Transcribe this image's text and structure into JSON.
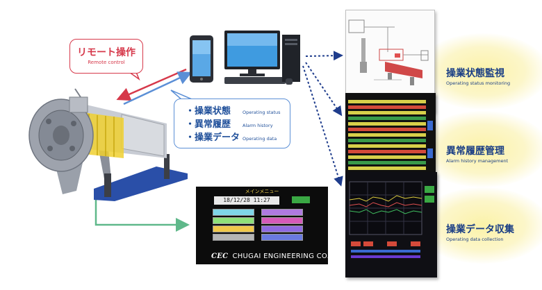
{
  "remote_control": {
    "label_jp": "リモート操作",
    "label_en": "Remote control"
  },
  "data_list": [
    {
      "jp": "操業状態",
      "en": "Operating status"
    },
    {
      "jp": "異常履歴",
      "en": "Alarm history"
    },
    {
      "jp": "操業データ",
      "en": "Operating data"
    }
  ],
  "features": [
    {
      "jp": "操業状態監視",
      "en": "Operating status monitoring"
    },
    {
      "jp": "異常履歴管理",
      "en": "Alarm history management"
    },
    {
      "jp": "操業データ収集",
      "en": "Operating data collection"
    }
  ],
  "main_menu": {
    "title": "メインメニュー",
    "datetime": "18/12/28 11:27",
    "brand_logo": "CEC",
    "company": "CHUGAI ENGINEERING CO., LTD."
  },
  "colors": {
    "remote_arrow": "#d6384a",
    "data_arrow": "#5b8fd6",
    "menu_arrow": "#5fb88a",
    "dotted_arrow": "#1e3c8c",
    "feature_text": "#1a3e85"
  },
  "icons": [
    "smartphone-icon",
    "desktop-pc-icon",
    "industrial-kiln-machine"
  ]
}
